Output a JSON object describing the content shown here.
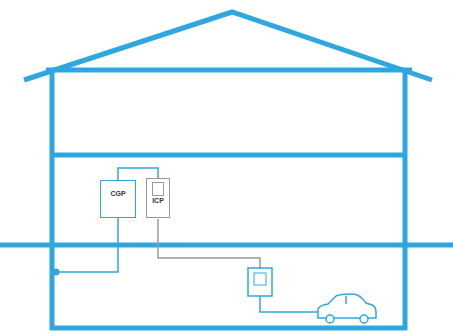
{
  "diagram": {
    "nodes": [
      {
        "text": [
          "CGP"
        ]
      },
      {
        "text": [
          "ICP"
        ]
      }
    ],
    "edges": [
      {
        "from": 0,
        "to": 1,
        "arrow": "none"
      }
    ]
  }
}
